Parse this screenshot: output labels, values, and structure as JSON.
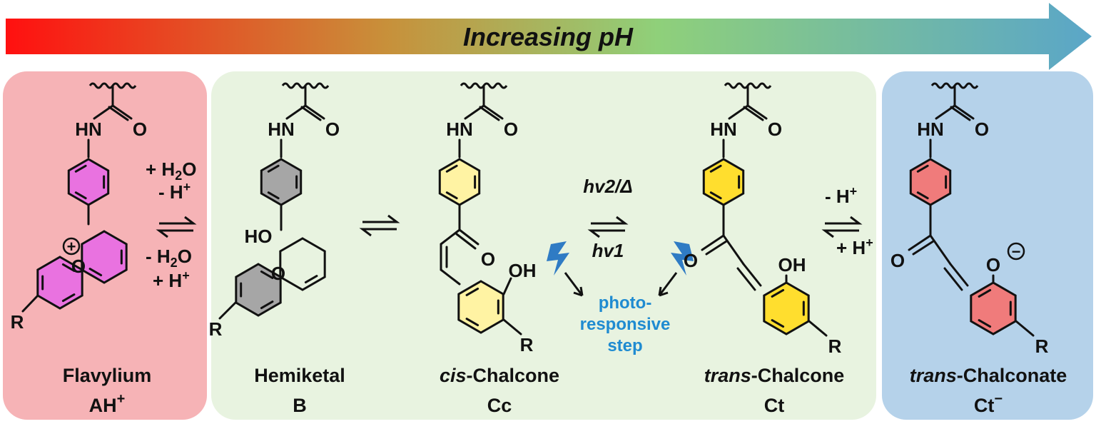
{
  "banner": {
    "title": "Increasing pH"
  },
  "colors": {
    "flavylium_panel": "#f6b3b6",
    "middle_panel": "#e8f3e0",
    "chalconate_panel": "#b5d2ea",
    "flavylium_ring": "#e972e0",
    "hemiketal_ring": "#a6a6a6",
    "cis_ring": "#fff3a3",
    "trans_ring": "#ffde2e",
    "chalconate_ring": "#f07b7b",
    "photo_text": "#1f8bd1",
    "bolt": "#2f7bc4"
  },
  "species": [
    {
      "id": "flavylium",
      "name": "Flavylium",
      "code": "AH",
      "code_sup": "+"
    },
    {
      "id": "hemiketal",
      "name": "Hemiketal",
      "code": "B"
    },
    {
      "id": "cis",
      "name_italic": "cis",
      "name": "-Chalcone",
      "code": "Cc"
    },
    {
      "id": "trans",
      "name_italic": "trans",
      "name": "-Chalcone",
      "code": "Ct"
    },
    {
      "id": "chalconate",
      "name_italic": "trans",
      "name": "-Chalconate",
      "code": "Ct",
      "code_sup": "−"
    }
  ],
  "conditions": {
    "step1_top_a": "+ H",
    "step1_top_a_sub": "2",
    "step1_top_a_end": "O",
    "step1_top_b": "- H",
    "step1_top_b_sup": "+",
    "step1_bottom_a": "- H",
    "step1_bottom_a_sub": "2",
    "step1_bottom_a_end": "O",
    "step1_bottom_b": "+ H",
    "step1_bottom_b_sup": "+",
    "step3_top": "hv2/Δ",
    "step3_bottom": "hv1",
    "step4_top": "- H",
    "step4_top_sup": "+",
    "step4_bottom": "+ H",
    "step4_bottom_sup": "+"
  },
  "photo_label": [
    "photo-",
    "responsive",
    "step"
  ],
  "atoms": {
    "hn": "HN",
    "o": "O",
    "ho": "HO",
    "oh": "OH",
    "r": "R",
    "plus": "+",
    "minus": "−"
  }
}
